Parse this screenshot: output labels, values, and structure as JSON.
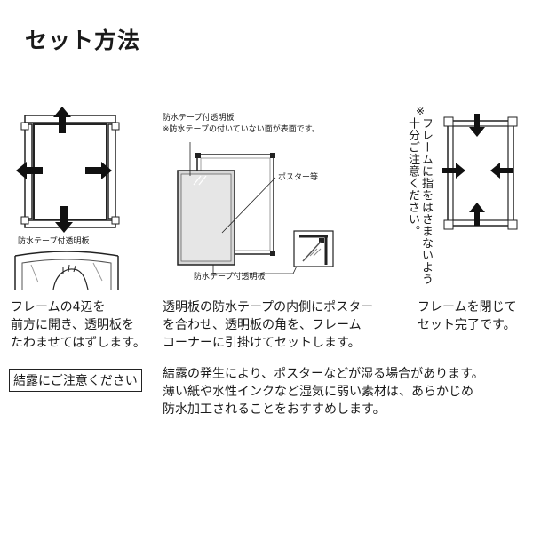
{
  "title": "セット方法",
  "step1": {
    "label_tape": "防水テープ付透明板",
    "caption": "フレームの4辺を\n前方に開き、透明板を\nたわませてはずします。"
  },
  "step2": {
    "label_top": "防水テープ付透明板",
    "label_note": "※防水テープの付いていない面が表面です。",
    "label_poster": "ポスター等",
    "label_bottom": "防水テープ付透明板",
    "caption": "透明板の防水テープの内側にポスター\nを合わせ、透明板の角を、フレーム\nコーナーに引掛けてセットします。"
  },
  "step3": {
    "warning_mark": "※",
    "warning": "フレームに指をはさまないよう\n十分ご注意ください。",
    "caption": "フレームを閉じて\nセット完了です。"
  },
  "caution": {
    "badge": "結露にご注意ください",
    "text": "結露の発生により、ポスターなどが湿る場合があります。\n薄い紙や水性インクなど湿気に弱い素材は、あらかじめ\n防水加工されることをおすすめします。"
  }
}
